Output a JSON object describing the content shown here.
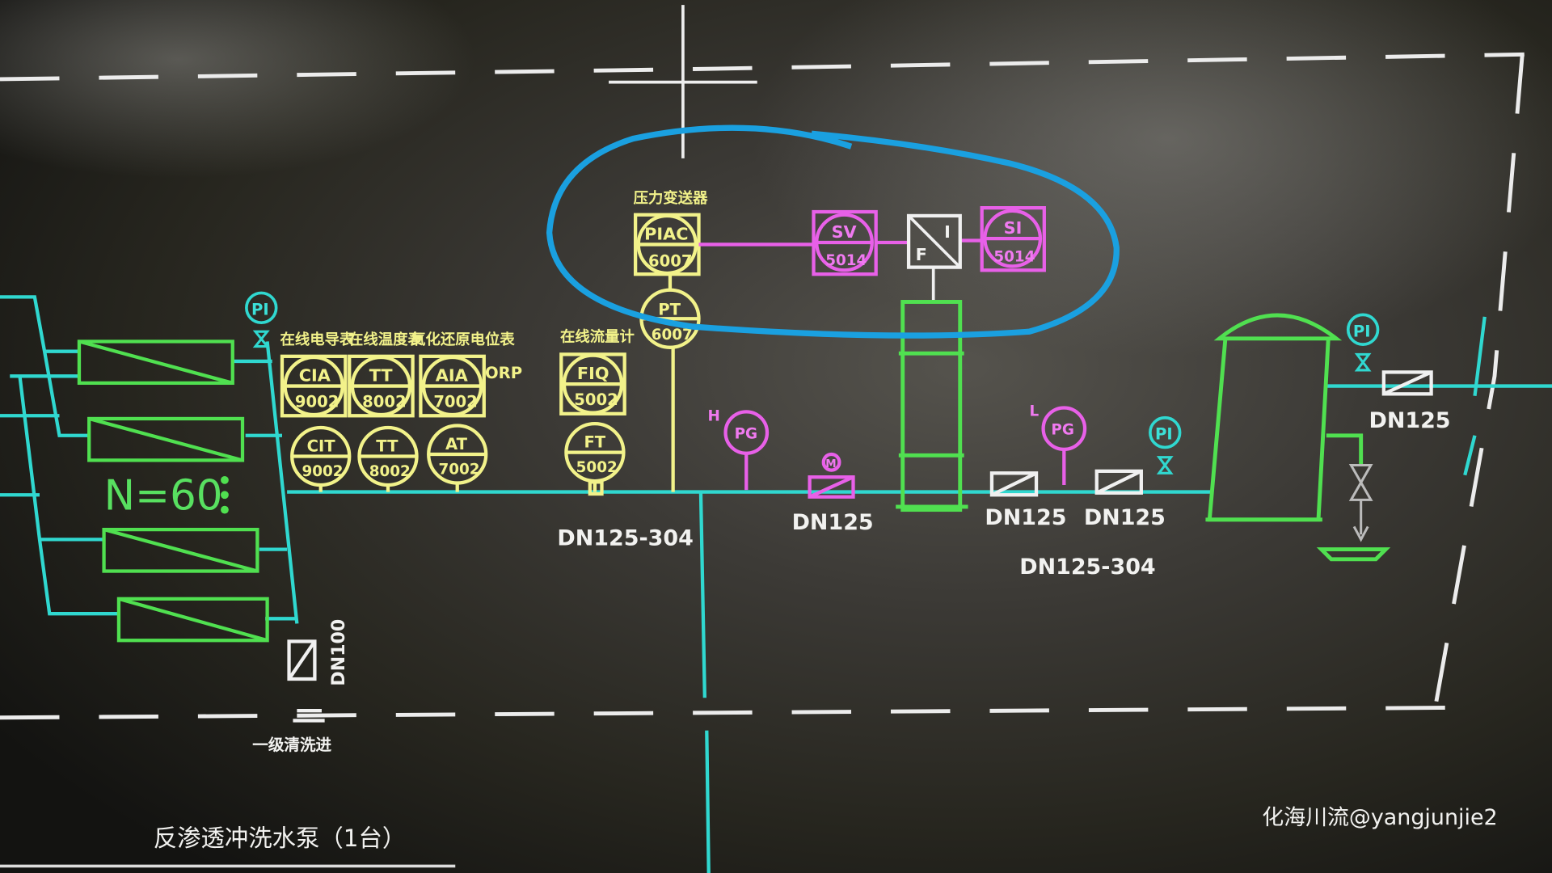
{
  "colors": {
    "background": "#1c1b19",
    "yellow": "#f2f28a",
    "magenta": "#e860e8",
    "cyan": "#30d8d0",
    "green": "#50e050",
    "white": "#f0f0f0",
    "annotation": "#1aa0e0"
  },
  "labels": {
    "conductivity": "在线电导表",
    "temperature": "在线温度表",
    "orp_meter": "氧化还原电位表",
    "flowmeter": "在线流量计",
    "pressure_transmitter": "压力变送器",
    "orp": "ORP",
    "membranes_count": "N=60",
    "inlet": "一级清洗进",
    "pump_title": "反渗透冲洗水泵（1台）",
    "watermark": "化海川流@yangjunjie2"
  },
  "instruments": [
    {
      "top": "CIA",
      "bottom": "9002"
    },
    {
      "top": "TT",
      "bottom": "8002"
    },
    {
      "top": "AIA",
      "bottom": "7002"
    },
    {
      "top": "FIQ",
      "bottom": "5002"
    },
    {
      "top": "PIAC",
      "bottom": "6007"
    }
  ],
  "field_instruments": [
    {
      "top": "CIT",
      "bottom": "9002"
    },
    {
      "top": "TT",
      "bottom": "8002"
    },
    {
      "top": "AT",
      "bottom": "7002"
    },
    {
      "top": "FT",
      "bottom": "5002"
    },
    {
      "top": "PT",
      "bottom": "6007"
    }
  ],
  "control": {
    "sv": {
      "top": "SV",
      "bottom": "5014"
    },
    "si": {
      "top": "SI",
      "bottom": "5014"
    },
    "converter": {
      "a": "F",
      "b": "I"
    }
  },
  "gauges": {
    "pi": "PI",
    "pg": "PG",
    "pg_high": "H",
    "pg_low": "L",
    "motor": "M"
  },
  "pipes": {
    "main_left": "DN125-304",
    "valve1": "DN125",
    "valve2": "DN125",
    "valve3": "DN125",
    "main_right": "DN125-304",
    "right_outlet": "DN125",
    "drain": "DN100"
  }
}
